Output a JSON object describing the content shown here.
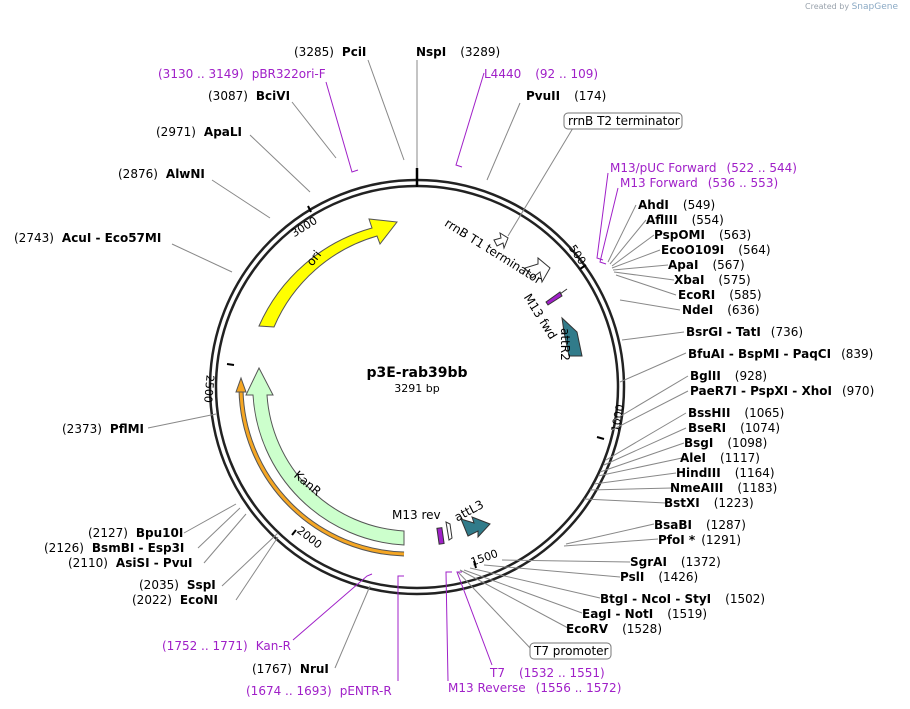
{
  "credit": {
    "prefix": "Created by",
    "brand": "SnapGene"
  },
  "plasmid": {
    "name": "p3E-rab39bb",
    "length": "3291 bp",
    "total_bp": 3291
  },
  "ruler": [
    "500",
    "1000",
    "1500",
    "2000",
    "2500",
    "3000"
  ],
  "sites": [
    {
      "name": "NspI",
      "pos": "(3289)",
      "bp": 3289
    },
    {
      "name": "PvuII",
      "pos": "(174)",
      "bp": 174
    },
    {
      "name": "AhdI",
      "pos": "(549)",
      "bp": 549
    },
    {
      "name": "AflIII",
      "pos": "(554)",
      "bp": 554
    },
    {
      "name": "PspOMI",
      "pos": "(563)",
      "bp": 563
    },
    {
      "name": "EcoO109I",
      "pos": "(564)",
      "bp": 564
    },
    {
      "name": "ApaI",
      "pos": "(567)",
      "bp": 567
    },
    {
      "name": "XbaI",
      "pos": "(575)",
      "bp": 575
    },
    {
      "name": "EcoRI",
      "pos": "(585)",
      "bp": 585
    },
    {
      "name": "NdeI",
      "pos": "(636)",
      "bp": 636
    },
    {
      "name": "BsrGI - TatI",
      "pos": "(736)",
      "bp": 736
    },
    {
      "name": "BfuAI - BspMI - PaqCI",
      "pos": "(839)",
      "bp": 839
    },
    {
      "name": "BglII",
      "pos": "(928)",
      "bp": 928
    },
    {
      "name": "PaeR7I - PspXI - XhoI",
      "pos": "(970)",
      "bp": 970
    },
    {
      "name": "BssHII",
      "pos": "(1065)",
      "bp": 1065
    },
    {
      "name": "BseRI",
      "pos": "(1074)",
      "bp": 1074
    },
    {
      "name": "BsgI",
      "pos": "(1098)",
      "bp": 1098
    },
    {
      "name": "AleI",
      "pos": "(1117)",
      "bp": 1117
    },
    {
      "name": "HindIII",
      "pos": "(1164)",
      "bp": 1164
    },
    {
      "name": "NmeAIII",
      "pos": "(1183)",
      "bp": 1183
    },
    {
      "name": "BstXI",
      "pos": "(1223)",
      "bp": 1223
    },
    {
      "name": "BsaBI",
      "pos": "(1287)",
      "bp": 1287
    },
    {
      "name": "PfoI *",
      "pos": "(1291)",
      "bp": 1291
    },
    {
      "name": "SgrAI",
      "pos": "(1372)",
      "bp": 1372
    },
    {
      "name": "PslI",
      "pos": "(1426)",
      "bp": 1426
    },
    {
      "name": "BtgI - NcoI - StyI",
      "pos": "(1502)",
      "bp": 1502
    },
    {
      "name": "EagI - NotI",
      "pos": "(1519)",
      "bp": 1519
    },
    {
      "name": "EcoRV",
      "pos": "(1528)",
      "bp": 1528
    },
    {
      "name": "NruI",
      "pos": "(1767)",
      "bp": 1767
    },
    {
      "name": "EcoNI",
      "pos": "(2022)",
      "bp": 2022
    },
    {
      "name": "SspI",
      "pos": "(2035)",
      "bp": 2035
    },
    {
      "name": "AsiSI - PvuI",
      "pos": "(2110)",
      "bp": 2110
    },
    {
      "name": "BsmBI - Esp3I",
      "pos": "(2126)",
      "bp": 2126
    },
    {
      "name": "Bpu10I",
      "pos": "(2127)",
      "bp": 2127
    },
    {
      "name": "PflMI",
      "pos": "(2373)",
      "bp": 2373
    },
    {
      "name": "AcuI - Eco57MI",
      "pos": "(2743)",
      "bp": 2743
    },
    {
      "name": "AlwNI",
      "pos": "(2876)",
      "bp": 2876
    },
    {
      "name": "ApaLI",
      "pos": "(2971)",
      "bp": 2971
    },
    {
      "name": "BciVI",
      "pos": "(3087)",
      "bp": 3087
    },
    {
      "name": "PciI",
      "pos": "(3285)",
      "bp": 3285
    }
  ],
  "primers": [
    {
      "name": "L4440",
      "range": "(92 .. 109)",
      "bp": 100
    },
    {
      "name": "M13/pUC Forward",
      "range": "(522 .. 544)",
      "bp": 533
    },
    {
      "name": "M13 Forward",
      "range": "(536 .. 553)",
      "bp": 545
    },
    {
      "name": "T7",
      "range": "(1532 .. 1551)",
      "bp": 1541
    },
    {
      "name": "M13 Reverse",
      "range": "(1556 .. 1572)",
      "bp": 1564
    },
    {
      "name": "pENTR-R",
      "range": "(1674 .. 1693)",
      "bp": 1683
    },
    {
      "name": "Kan-R",
      "range": "(1752 .. 1771)",
      "bp": 1761
    },
    {
      "name": "pBR322ori-F",
      "range": "(3130 .. 3149)",
      "bp": 3140
    }
  ],
  "features": {
    "boxed_rrnb_t2": "rrnB T2 terminator",
    "boxed_t7": "T7 promoter",
    "rrnb_t1": "rrnB T1 terminator",
    "m13_fwd": "M13 fwd",
    "attr2": "attR2",
    "m13_rev": "M13 rev",
    "attl3": "attL3",
    "ori": "ori",
    "kanr": "KanR"
  },
  "colors": {
    "ori": "#ffff00",
    "kanr": "#ccffcc",
    "att": "#317b8a",
    "primer": "#a020c8",
    "promoter_orf": "#f5a623"
  }
}
